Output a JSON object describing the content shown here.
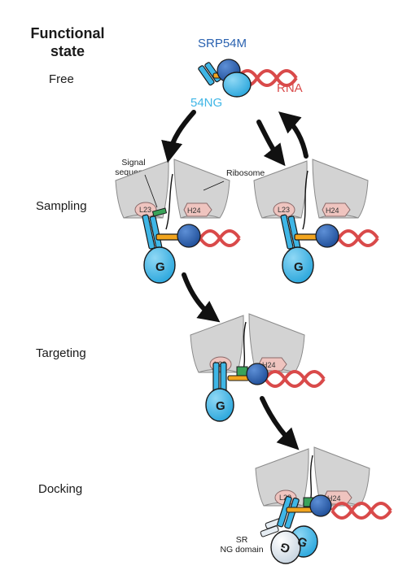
{
  "header": {
    "line1": "Functional",
    "line2": "state"
  },
  "states": [
    "Free",
    "Sampling",
    "Targeting",
    "Docking"
  ],
  "labels": {
    "srp54m": "SRP54M",
    "ng54": "54NG",
    "rna": "RNA",
    "signal_line1": "Signal",
    "signal_line2": "sequence",
    "ribosome": "Ribosome",
    "l23": "L23",
    "h24": "H24",
    "g": "G",
    "sr_line1": "SR",
    "sr_line2": "NG domain"
  },
  "colors": {
    "srp54m": "#2a62b0",
    "ng54": "#3fb6e6",
    "rna": "#d94a4a",
    "ribosome": "#d3d3d3",
    "signal": "#3aa35a",
    "linker": "#f2a51e",
    "sr": "#dde7f0"
  }
}
